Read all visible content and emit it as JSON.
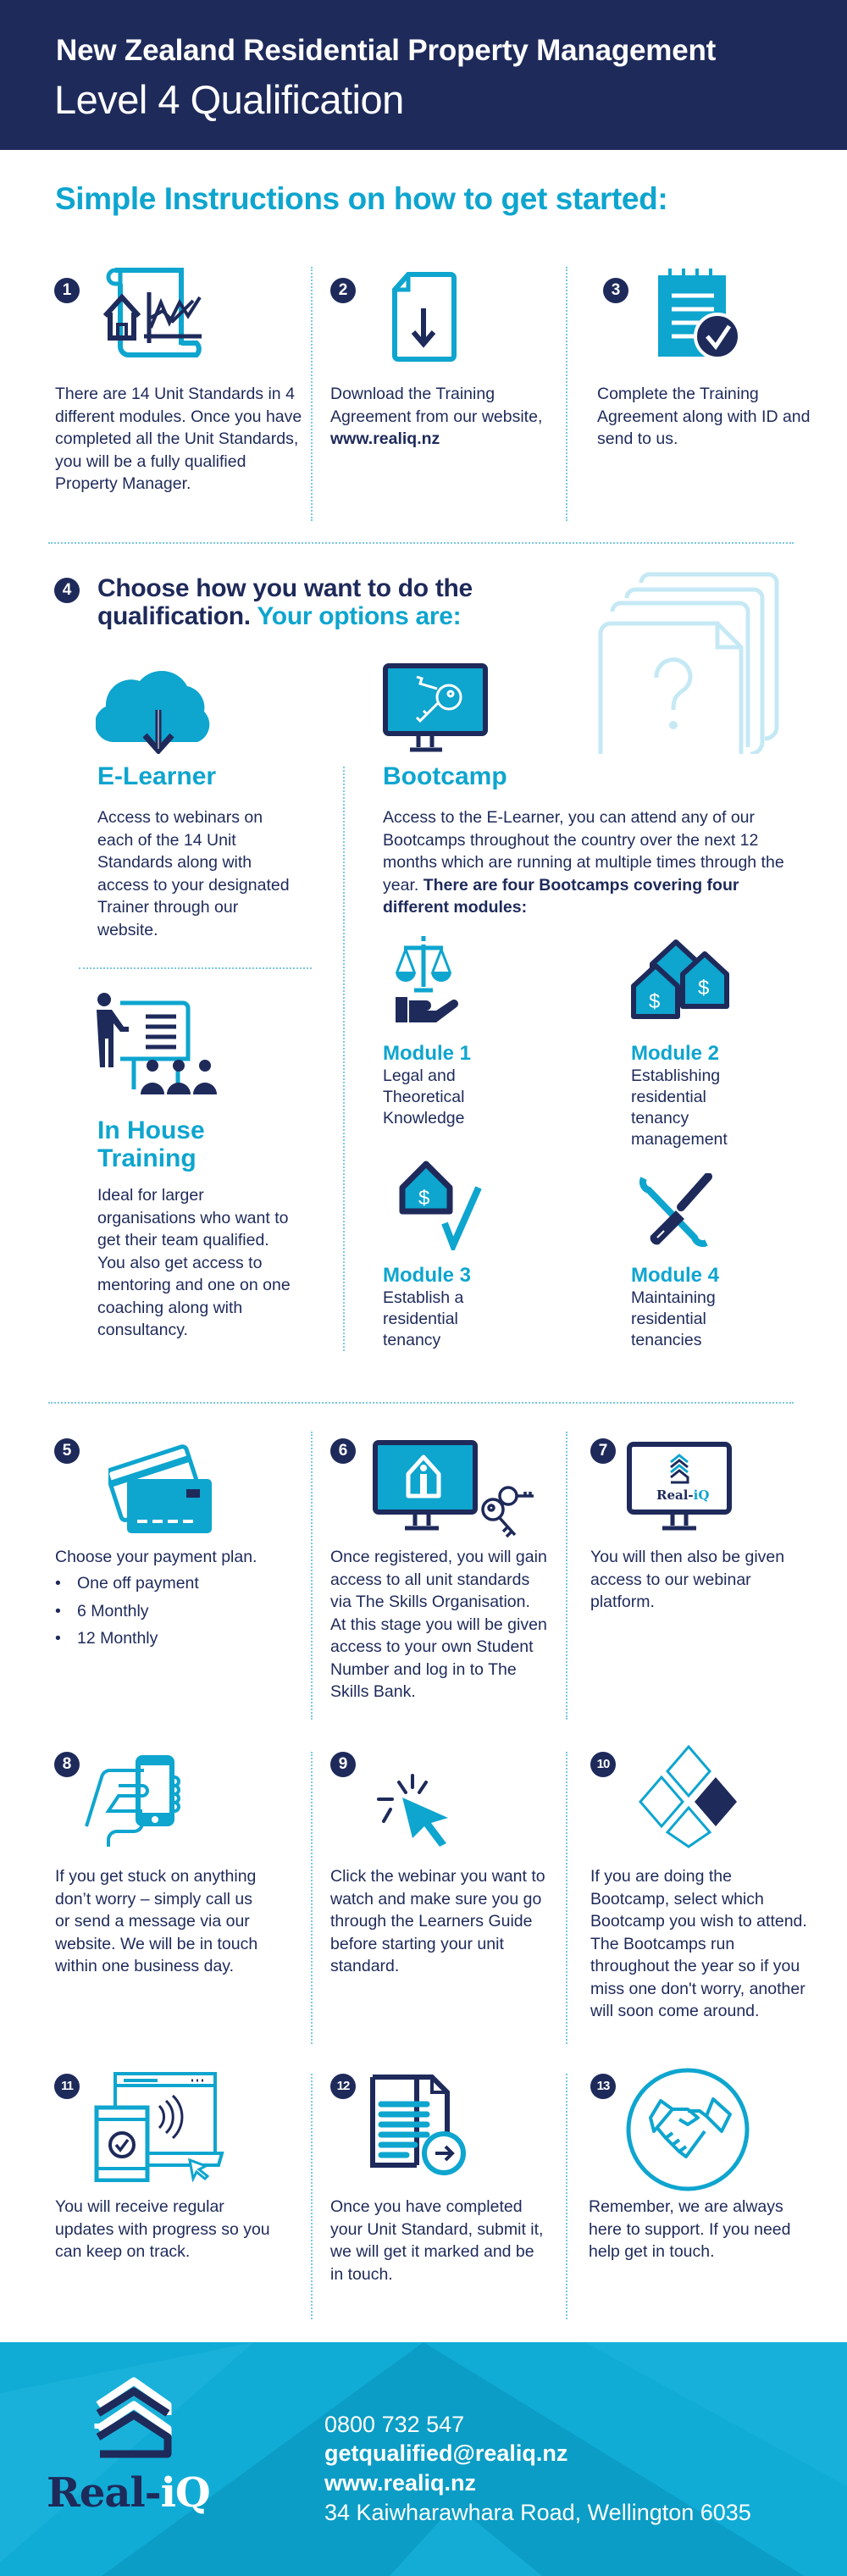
{
  "header": {
    "title": "New Zealand Residential Property Management",
    "subtitle": "Level 4 Qualification"
  },
  "intro": {
    "heading": "Simple Instructions on how to get started:"
  },
  "steps": [
    {
      "number": "1",
      "icon": "scroll-house-chart-icon",
      "text": "There are 14 Unit Standards in 4 different modules. Once you have completed all the Unit Standards, you will be a fully qualified Property Manager."
    },
    {
      "number": "2",
      "icon": "document-download-icon",
      "text_before": "Download the Training Agreement from our website, ",
      "text_link": "www.realiq.nz"
    },
    {
      "number": "3",
      "icon": "notepad-check-icon",
      "text": "Complete the Training Agreement along with ID and send to us."
    }
  ],
  "options": {
    "number": "4",
    "heading_dark": "Choose how you want to do the qualification.",
    "heading_accent": "Your options are:",
    "elearner": {
      "icon": "cloud-download-icon",
      "title": "E-Learner",
      "text": "Access to webinars on each of the 14 Unit Standards along with access to your designated Trainer through our website."
    },
    "inhouse": {
      "icon": "presenter-audience-icon",
      "title_line1": "In House",
      "title_line2": "Training",
      "text": "Ideal for larger organisations who want to get their team qualified. You also get access to mentoring and one on one coaching along with consultancy."
    },
    "bootcamp": {
      "icon": "monitor-key-icon",
      "title": "Bootcamp",
      "text": "Access to the E-Learner, you can attend any of our Bootcamps throughout the country over the next 12 months which are running at multiple times through the year. ",
      "text_bold": "There are four Bootcamps covering four different modules:"
    },
    "modules": [
      {
        "icon": "scales-hand-icon",
        "title": "Module 1",
        "desc": "Legal and Theoretical Knowledge"
      },
      {
        "icon": "houses-dollar-icon",
        "title": "Module 2",
        "desc": "Establishing residential tenancy management"
      },
      {
        "icon": "house-dollar-check-icon",
        "title": "Module 3",
        "desc": "Establish a residential tenancy"
      },
      {
        "icon": "wrench-screwdriver-icon",
        "title": "Module 4",
        "desc": "Maintaining residential tenancies"
      }
    ],
    "decor_icon": "question-documents-icon"
  },
  "steps2": [
    {
      "number": "5",
      "icon": "credit-cards-icon",
      "text": "Choose your payment plan.",
      "bullets": [
        "One off payment",
        "6 Monthly",
        "12 Monthly"
      ]
    },
    {
      "number": "6",
      "icon": "monitor-house-keys-icon",
      "text": "Once registered, you will gain access to all unit standards via The Skills Organisation.",
      "text2": "At this stage you will be given access to your own Student Number and log in to The Skills Bank."
    },
    {
      "number": "7",
      "icon": "monitor-realiq-icon",
      "monitor_logo": "Real-iQ",
      "text": "You will then also be given access to our webinar platform."
    },
    {
      "number": "8",
      "icon": "hand-phone-icon",
      "text": "If you get stuck on anything don’t worry – simply call us or send a message via our website. We will be in touch within one business day."
    },
    {
      "number": "9",
      "icon": "cursor-click-icon",
      "text": "Click the webinar you want to watch and make sure you go through the Learners Guide before starting your unit standard."
    },
    {
      "number": "10",
      "icon": "diamond-grid-icon",
      "text": "If you are doing the Bootcamp, select which Bootcamp you wish to attend. The Bootcamps run throughout the year so if you miss one don't worry, another will soon come around."
    },
    {
      "number": "11",
      "icon": "devices-check-icon",
      "text": "You will receive regular updates with progress so you can keep on track."
    },
    {
      "number": "12",
      "icon": "document-submit-icon",
      "text": "Once you have completed your Unit Standard, submit it, we will get it marked and be in touch."
    },
    {
      "number": "13",
      "icon": "handshake-icon",
      "text": "Remember, we are always here to support. If you need help get in touch."
    }
  ],
  "footer": {
    "logo_main": "Real-",
    "logo_accent": "iQ",
    "phone": "0800 732 547",
    "email": "getqualified@realiq.nz",
    "website": "www.realiq.nz",
    "address": "34 Kaiwharawhara Road, Wellington 6035"
  },
  "colors": {
    "navy": "#1e2a5a",
    "cyan": "#0ea5cf",
    "light_cyan": "#c5e9f4",
    "footer_bg": "#10acd6"
  }
}
